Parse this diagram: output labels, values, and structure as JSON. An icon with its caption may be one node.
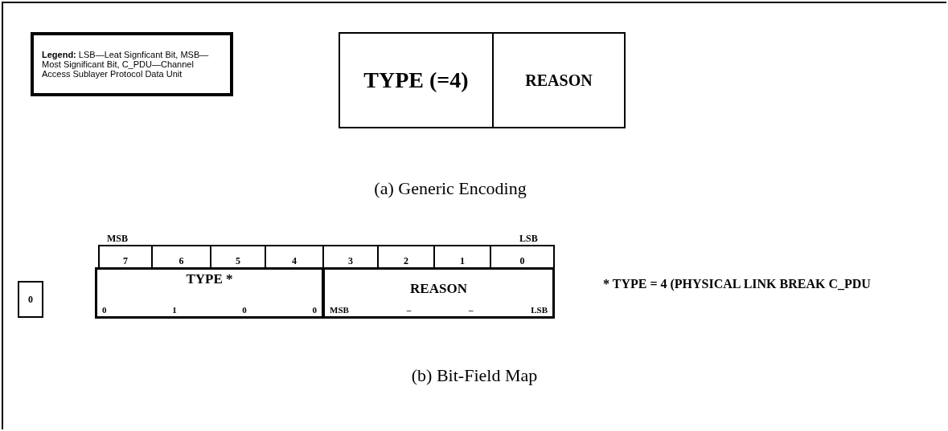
{
  "diagram": {
    "nodes": [
      {
        "text": [
          "**Legend:** LSB—Leat Signficant Bit, MSB—Most Significant Bit, C_PDU—Channel Access Sublayer Protocol Data Unit"
        ]
      },
      {
        "text": [
          "TYPE (=4)"
        ]
      },
      {
        "text": [
          "REASON"
        ]
      },
      {
        "text": [
          "0"
        ]
      },
      {
        "text": [
          "7"
        ]
      },
      {
        "text": [
          "6"
        ]
      },
      {
        "text": [
          "5"
        ]
      },
      {
        "text": [
          "4"
        ]
      },
      {
        "text": [
          "3"
        ]
      },
      {
        "text": [
          "2"
        ]
      },
      {
        "text": [
          "1"
        ]
      },
      {
        "text": [
          "0"
        ]
      },
      {
        "text": [
          "TYPE *",
          "0",
          "1",
          "0",
          "0"
        ]
      },
      {
        "text": [
          "REASON",
          "MSB",
          "–",
          "–",
          "LSB"
        ]
      }
    ],
    "edges": [],
    "labels": [
      "(a) Generic Encoding",
      "MSB",
      "LSB",
      "* TYPE = 4 (PHYSICAL LINK BREAK C_PDU",
      "(b) Bit-Field Map"
    ]
  }
}
